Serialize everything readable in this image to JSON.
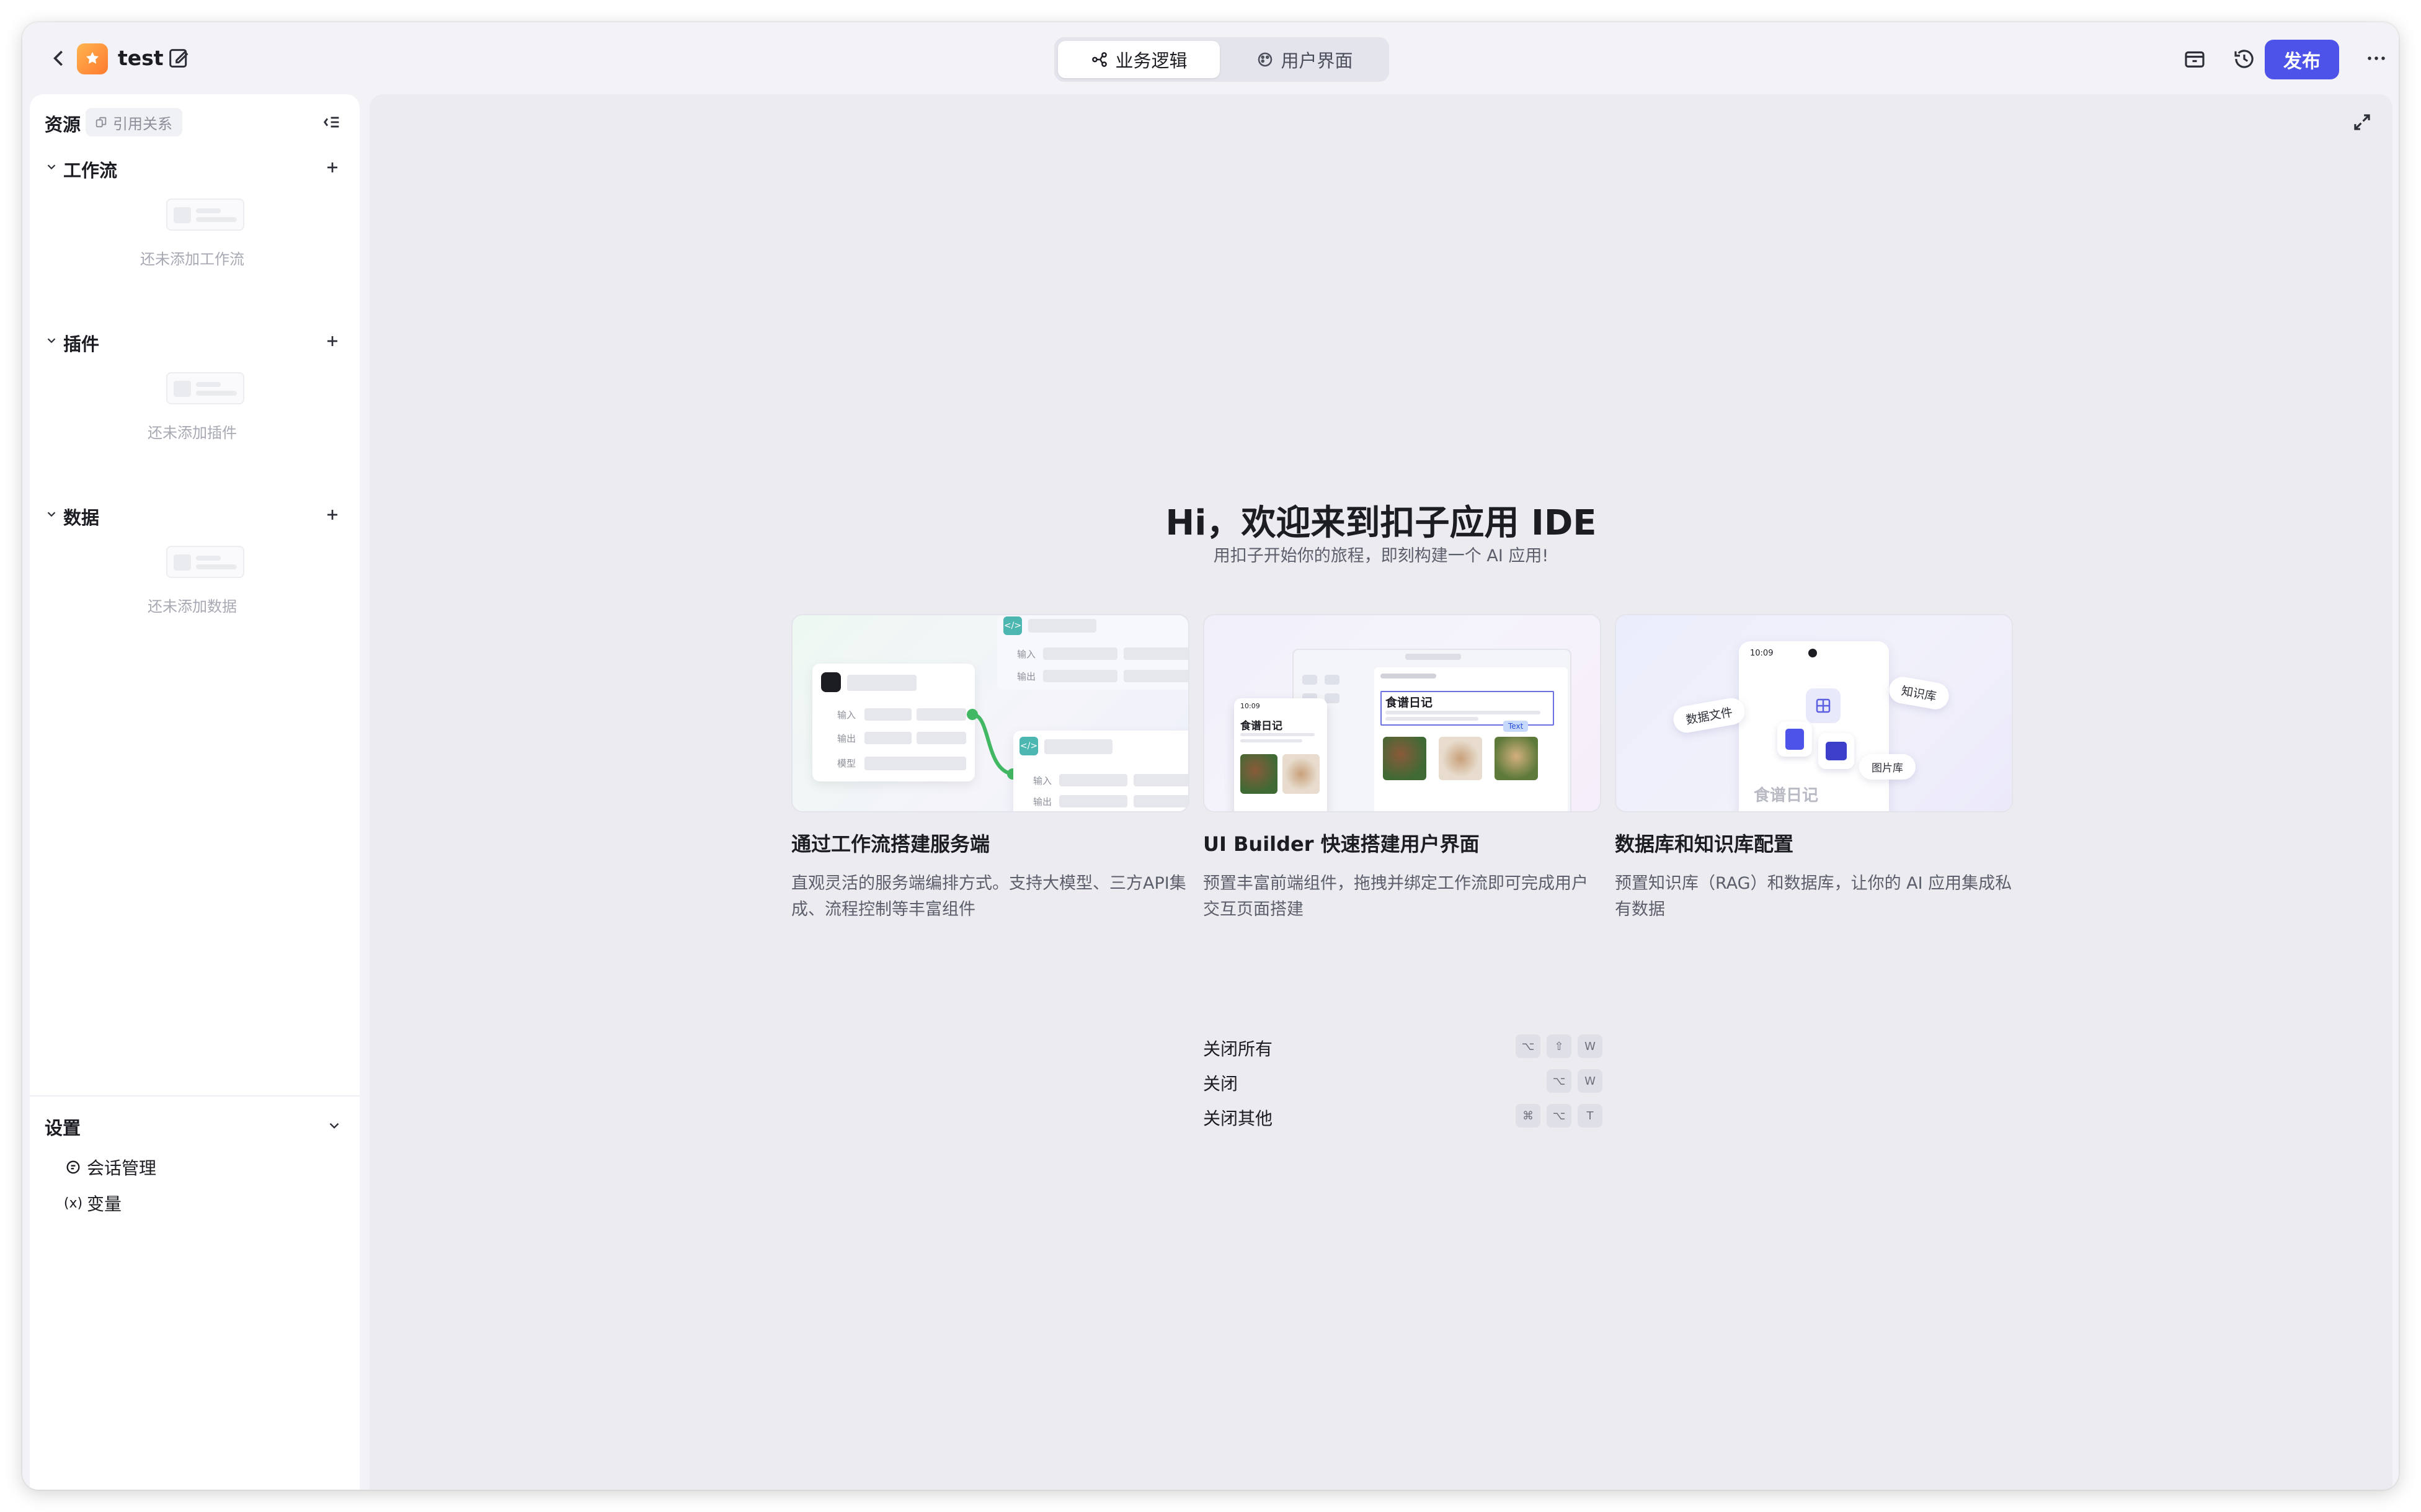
{
  "header": {
    "app_name": "test",
    "tabs": [
      {
        "label": "业务逻辑",
        "active": true
      },
      {
        "label": "用户界面",
        "active": false
      }
    ],
    "publish_label": "发布",
    "accent_color": "#4d53e8"
  },
  "sidebar": {
    "title": "资源",
    "ref_label": "引用关系",
    "sections": [
      {
        "label": "工作流",
        "empty_text": "还未添加工作流"
      },
      {
        "label": "插件",
        "empty_text": "还未添加插件"
      },
      {
        "label": "数据",
        "empty_text": "还未添加数据"
      }
    ],
    "settings": {
      "label": "设置",
      "items": [
        {
          "label": "会话管理",
          "icon": "chat-manage-icon"
        },
        {
          "label": "变量",
          "icon": "variable-icon"
        }
      ]
    }
  },
  "welcome": {
    "title": "Hi，欢迎来到扣子应用 IDE",
    "subtitle": "用扣子开始你的旅程，即刻构建一个 AI 应用!"
  },
  "cards": [
    {
      "title": "通过工作流搭建服务端",
      "desc": "直观灵活的服务端编排方式。支持大模型、三方API集成、流程控制等丰富组件",
      "illus": {
        "label_in": "输入",
        "label_out": "输出",
        "label_model": "模型"
      }
    },
    {
      "title": "UI Builder 快速搭建用户界面",
      "desc": "预置丰富前端组件，拖拽并绑定工作流即可完成用户交互页面搭建",
      "illus": {
        "recipe": "食谱日记",
        "time": "10:09",
        "badge": "Text"
      }
    },
    {
      "title": "数据库和知识库配置",
      "desc": "预置知识库（RAG）和数据库，让你的 AI 应用集成私有数据",
      "illus": {
        "time": "10:09",
        "data_file": "数据文件",
        "knowledge": "知识库",
        "image_lib": "图片库",
        "recipe": "食谱日记"
      }
    }
  ],
  "shortcuts": [
    {
      "label": "关闭所有",
      "keys": [
        "⌥",
        "⇧",
        "W"
      ]
    },
    {
      "label": "关闭",
      "keys": [
        "⌥",
        "W"
      ]
    },
    {
      "label": "关闭其他",
      "keys": [
        "⌘",
        "⌥",
        "T"
      ]
    }
  ]
}
